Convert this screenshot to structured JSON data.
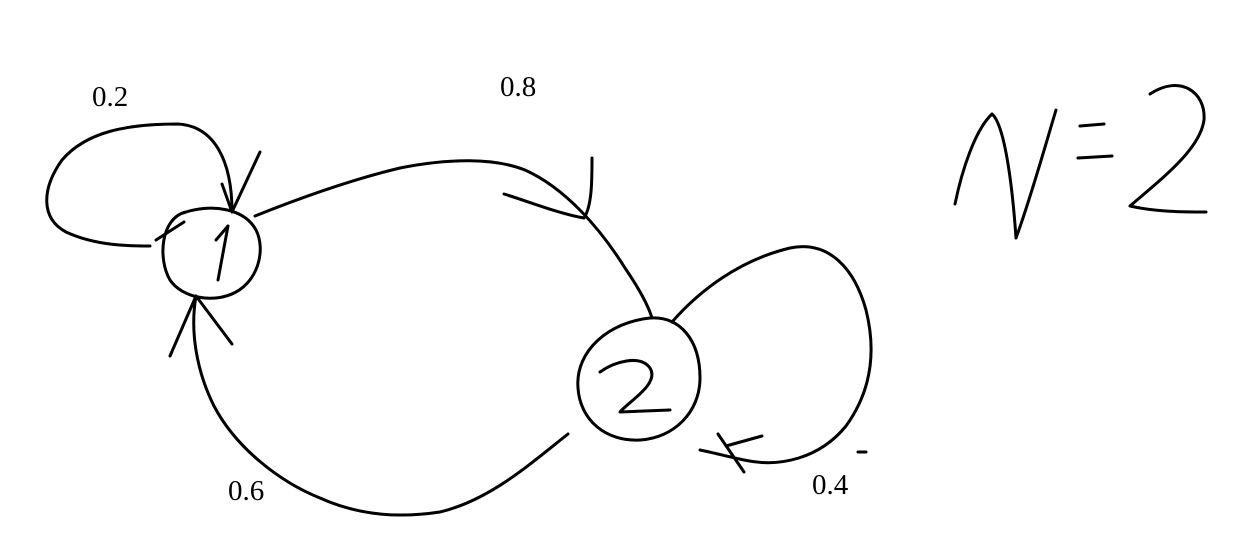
{
  "diagram": {
    "type": "state-transition",
    "nodes": [
      {
        "id": "node-1",
        "label": "1"
      },
      {
        "id": "node-2",
        "label": "2"
      }
    ],
    "edges": [
      {
        "from": "1",
        "to": "1",
        "label": "0.2"
      },
      {
        "from": "1",
        "to": "2",
        "label": "0.8"
      },
      {
        "from": "2",
        "to": "1",
        "label": "0.6"
      },
      {
        "from": "2",
        "to": "2",
        "label": "0.4"
      }
    ],
    "annotation": "N=2"
  }
}
